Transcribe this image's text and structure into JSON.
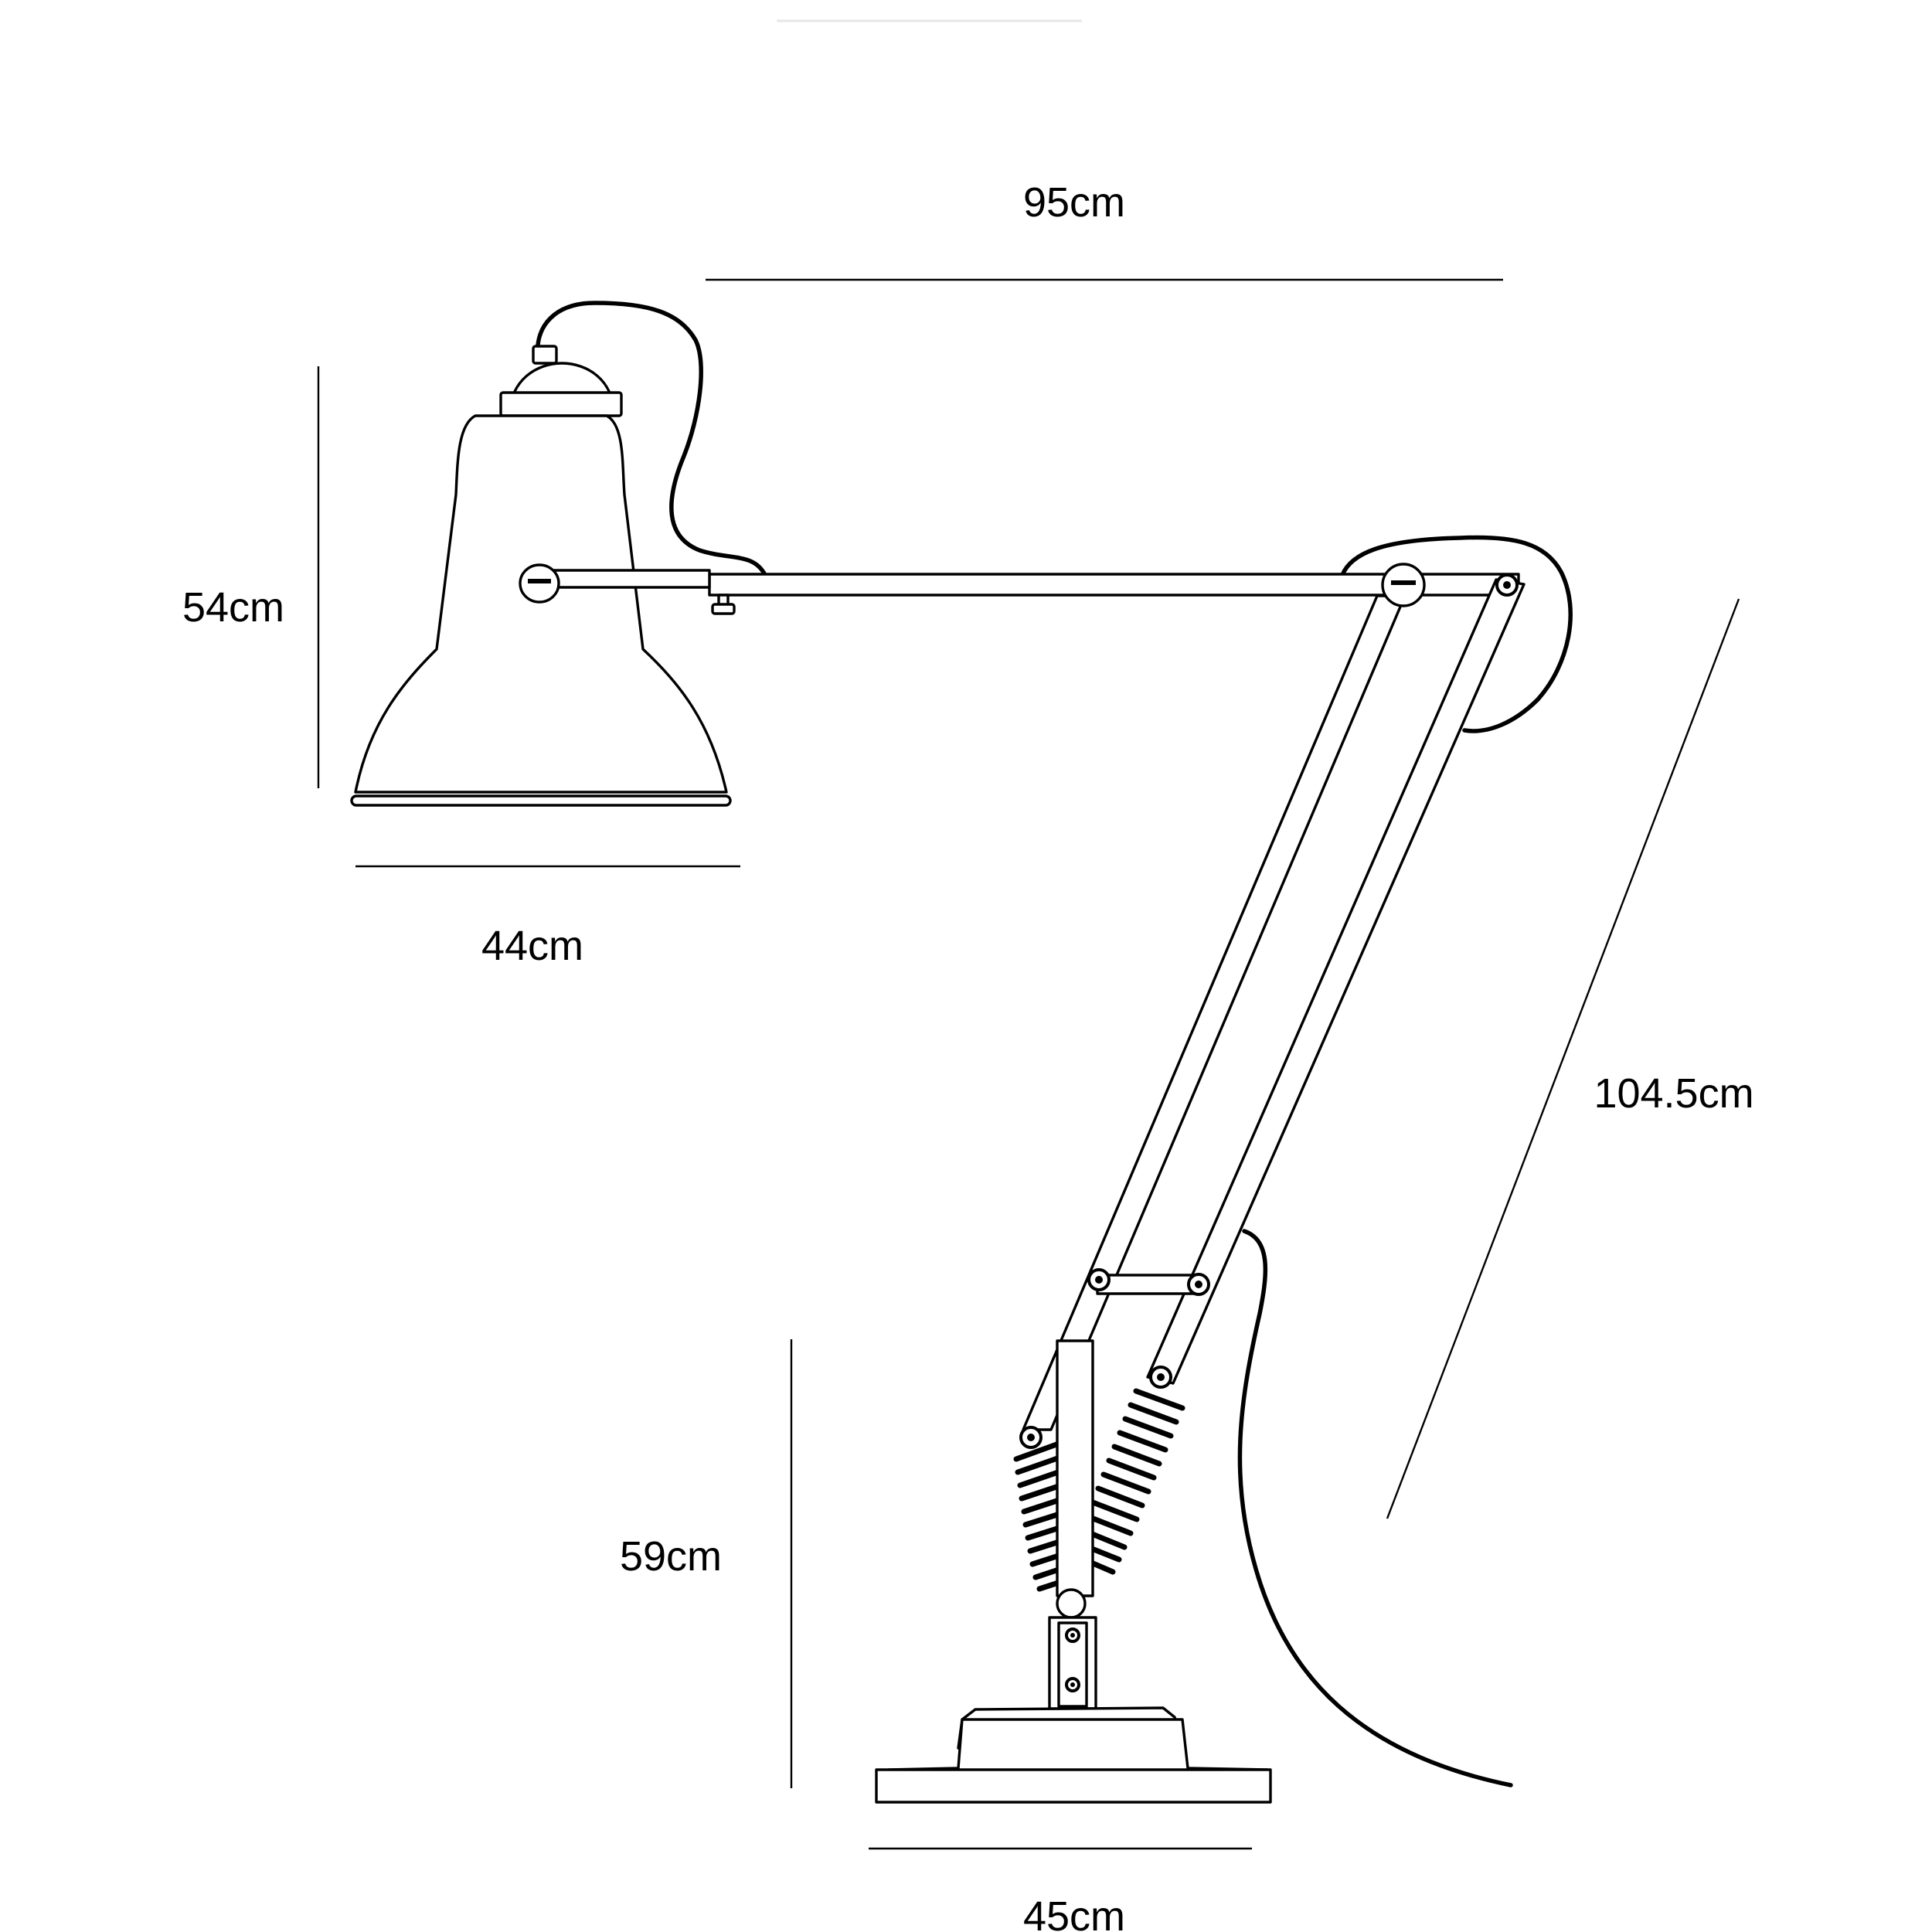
{
  "diagram": {
    "dimensions": {
      "arm_reach": "95cm",
      "shade_height": "54cm",
      "shade_width": "44cm",
      "overall_height": "104.5cm",
      "base_height": "59cm",
      "base_width": "45cm"
    },
    "colors": {
      "ink": "#000000",
      "background": "#ffffff"
    }
  }
}
